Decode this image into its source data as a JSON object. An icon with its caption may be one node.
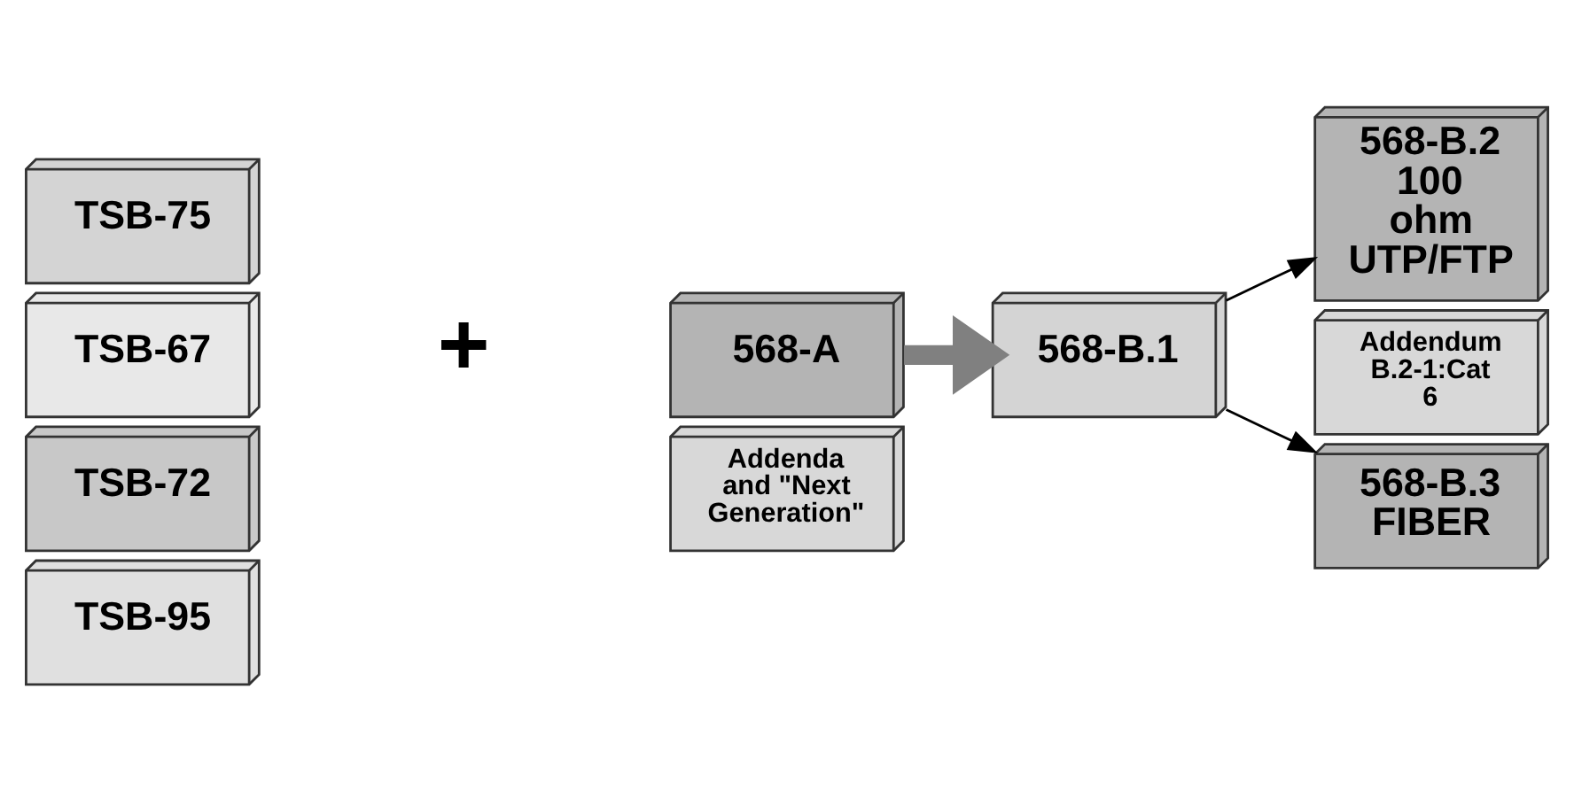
{
  "diagram": {
    "nodes": [
      {
        "text": [
          "TSB-75"
        ]
      },
      {
        "text": [
          "TSB-67"
        ]
      },
      {
        "text": [
          "TSB-72"
        ]
      },
      {
        "text": [
          "TSB-95"
        ]
      },
      {
        "text": [
          "568-A"
        ]
      },
      {
        "text": [
          "Addenda and \"Next Generation\""
        ]
      },
      {
        "text": [
          "568-B.1"
        ]
      },
      {
        "text": [
          "568-B.2 100 ohm UTP/FTP"
        ]
      },
      {
        "text": [
          "Addendum B.2-1:Cat 6"
        ]
      },
      {
        "text": [
          "568-B.3 FIBER"
        ]
      }
    ],
    "edges": [
      {
        "from": 4,
        "to": 6,
        "arrow": "to",
        "style": "thick",
        "color": "#808080"
      },
      {
        "from": 6,
        "to": 7,
        "arrow": "to"
      },
      {
        "from": 6,
        "to": 9,
        "arrow": "to"
      }
    ],
    "labels": [
      "+"
    ]
  }
}
